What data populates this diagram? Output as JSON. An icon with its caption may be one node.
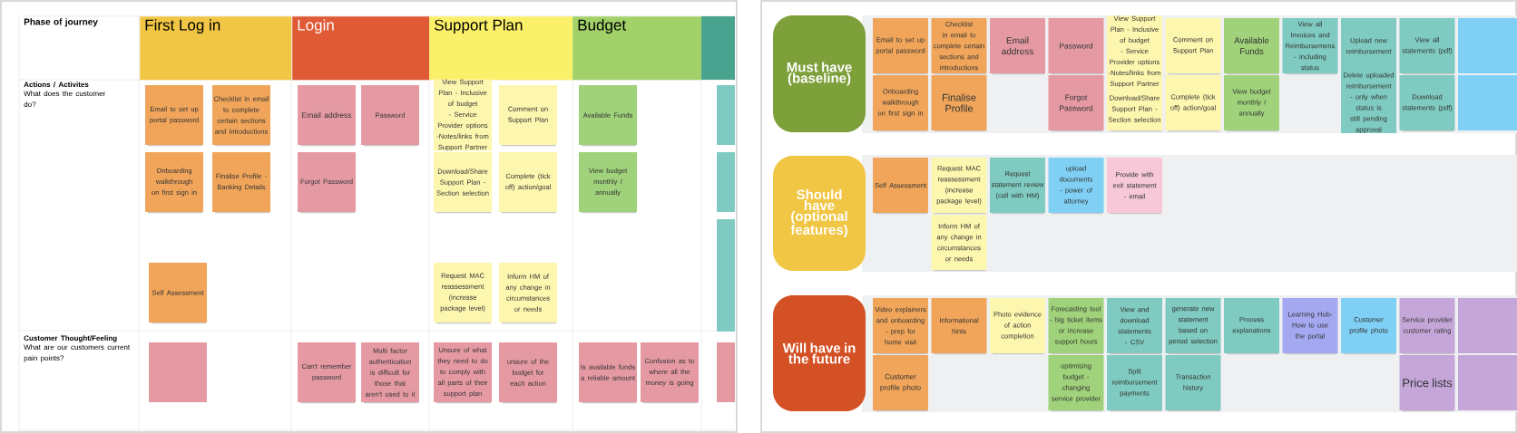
{
  "diagram": {
    "nodes": [
      {
        "text": [
          "First Log in"
        ]
      },
      {
        "text": [
          "Login"
        ]
      },
      {
        "text": [
          "Support Plan"
        ]
      },
      {
        "text": [
          "Budget"
        ]
      },
      {
        "text": [],
        "shape": "box"
      },
      {
        "text": [
          "Email to set up portal password"
        ]
      },
      {
        "text": [
          "Checklist in email to complete certain sections and introductions"
        ]
      },
      {
        "text": [
          "Onboarding walkthrough on first sign in"
        ]
      },
      {
        "text": [
          "Finalise Profile - Banking Details"
        ]
      },
      {
        "text": [
          "Self Assessment"
        ]
      },
      {
        "text": [
          "Email address"
        ]
      },
      {
        "text": [
          "Password"
        ]
      },
      {
        "text": [
          "Forgot Password"
        ]
      },
      {
        "text": [
          "View Support Plan - Inclusive of budget - Service Provider options -Notes/links from Support Partner"
        ]
      },
      {
        "text": [
          "Comment on Support Plan"
        ]
      },
      {
        "text": [
          "Download/Share Support Plan - Section selection"
        ]
      },
      {
        "text": [
          "Complete (tick off) action/goal"
        ]
      },
      {
        "text": [
          "Request MAC reassessment (increase package level)"
        ]
      },
      {
        "text": [
          "Inform HM of any change in circumstances or needs"
        ]
      },
      {
        "text": [
          "Available Funds"
        ]
      },
      {
        "text": [
          "View budget monthly / annually"
        ]
      },
      {
        "text": [],
        "shape": "box"
      },
      {
        "text": [],
        "shape": "box"
      },
      {
        "text": [],
        "shape": "box"
      },
      {
        "text": [],
        "shape": "box"
      },
      {
        "text": [],
        "shape": "box"
      },
      {
        "text": [
          "Can't remember password"
        ]
      },
      {
        "text": [
          "Multi factor authentication is difficult for those that aren't used to it"
        ]
      },
      {
        "text": [
          "Unsure of what they need to do to comply with all parts of their support plan"
        ]
      },
      {
        "text": [
          "unsure of the budget for each action"
        ]
      },
      {
        "text": [
          "Is available funds a reliable amount"
        ]
      },
      {
        "text": [
          "Confusion as to where all the money is going"
        ]
      },
      {
        "text": [],
        "shape": "box"
      },
      {
        "text": [
          "Must have (baseline)"
        ]
      },
      {
        "text": [
          "Email to set up portal password"
        ]
      },
      {
        "text": [
          "Checklist in email to complete certain sections and introductions"
        ]
      },
      {
        "text": [
          "Onboarding walkthrough on first sign in"
        ]
      },
      {
        "text": [
          "Finalise Profile"
        ]
      },
      {
        "text": [
          "Email address"
        ]
      },
      {
        "text": [
          "Password"
        ]
      },
      {
        "text": [
          "Forgot Password"
        ]
      },
      {
        "text": [
          "View Support Plan - Inclusive of budget - Service Provider options -Notes/links from Support Partner"
        ]
      },
      {
        "text": [
          "Download/Share Support Plan - Section selection"
        ]
      },
      {
        "text": [
          "Comment on Support Plan"
        ]
      },
      {
        "text": [
          "Complete (tick off) action/goal"
        ]
      },
      {
        "text": [
          "Available Funds"
        ]
      },
      {
        "text": [
          "View budget monthly / annually"
        ]
      },
      {
        "text": [
          "View all Invoices and Reimbursemens - including status"
        ]
      },
      {
        "text": [
          "Upload new reimbursement"
        ]
      },
      {
        "text": [
          "Delete uploaded reimbursement - only when status is still pending approval"
        ]
      },
      {
        "text": [
          "View all statements (pdf)"
        ]
      },
      {
        "text": [
          "Download statements (pdf)"
        ]
      },
      {
        "text": [],
        "shape": "box"
      },
      {
        "text": [],
        "shape": "box"
      },
      {
        "text": [
          "Should have (optional features)"
        ]
      },
      {
        "text": [
          "Self Assessment"
        ]
      },
      {
        "text": [
          "Request MAC reassessment (increase package level)"
        ]
      },
      {
        "text": [
          "Inform HM of any change in circumstances or needs"
        ]
      },
      {
        "text": [
          "Request statement review (call with HM)"
        ]
      },
      {
        "text": [
          "upload documents - power of attorney"
        ]
      },
      {
        "text": [
          "Provide with exit statement - email"
        ]
      },
      {
        "text": [
          "Will have in the future"
        ]
      },
      {
        "text": [
          "Video explainers and onboarding - prep for home visit"
        ]
      },
      {
        "text": [
          "Customer profile photo"
        ]
      },
      {
        "text": [
          "Informational hints"
        ]
      },
      {
        "text": [
          "Photo evidence of action completion"
        ]
      },
      {
        "text": [
          "Forecasting tool - big ticket items or increase support hours"
        ]
      },
      {
        "text": [
          "optimising budget - changing service provider"
        ]
      },
      {
        "text": [
          "View and download statements - CSV"
        ]
      },
      {
        "text": [
          "Split reimbursement payments"
        ]
      },
      {
        "text": [
          "generate new statement based on period selection"
        ]
      },
      {
        "text": [
          "Transaction history"
        ]
      },
      {
        "text": [
          "Process explanations"
        ]
      },
      {
        "text": [
          "Learning Hub- How to use the portal"
        ]
      },
      {
        "text": [
          "Customer profile photo"
        ]
      },
      {
        "text": [
          "Service provider customer rating"
        ]
      },
      {
        "text": [
          "Price lists"
        ]
      },
      {
        "text": [],
        "shape": "box"
      },
      {
        "text": [],
        "shape": "box"
      }
    ],
    "labels": [
      "Phase of journey",
      "Actions / Activites",
      "What does the customer do?",
      "Customer Thought/Feeling",
      "What are our customers current pain points?"
    ]
  }
}
